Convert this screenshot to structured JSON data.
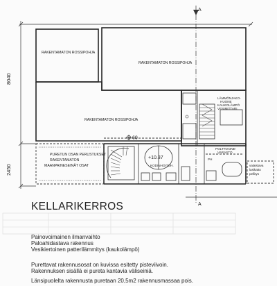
{
  "title": "KELLARIKERROS",
  "dimensions": {
    "upper": "8040",
    "lower": "2450"
  },
  "section_marks": {
    "top": "A",
    "bottom": "A"
  },
  "rooms": {
    "upper_left": "RAKENTAMATON ROSSIPOHJA",
    "upper_right": "RAKENTAMATON ROSSIPOHJA",
    "middle": "RAKENTAMATON ROSSIPOHJA",
    "demolished": [
      "PURETUN OSAN PERUSTUKSET",
      "RAKENTAMATON",
      "MAANPAINESEINÄT OSAT"
    ],
    "heat_room": [
      "LÄMMÖNJAKO-",
      "HUONE",
      "KAUKOLÄMPÖ",
      "VESIMITTARI"
    ],
    "fuel_store": [
      "POLTTOAINE-",
      "VARASTO"
    ],
    "utility": "KODINHOITOH.",
    "ph": "PH",
    "outside_note": [
      "valaistava",
      "lasikatto",
      "pellitys"
    ]
  },
  "levels": {
    "floor_mark": "60",
    "round_room": "+10.37"
  },
  "notes_block1": [
    "Painovoimainen ilmanvaihto",
    "Paloahidastava rakennus",
    "Vesikiertoinen patterilämmitys (kaukolämpö)"
  ],
  "notes_block2": [
    "Purettavat rakennusosat on kuvissa esitetty pisteviivoin.",
    "Rakennuksen sisällä ei pureta kantavia väliseiniä."
  ],
  "notes_block3": [
    "Länsipuolelta rakennusta puretaan 20,5m2 rakennusmassaa pois."
  ]
}
